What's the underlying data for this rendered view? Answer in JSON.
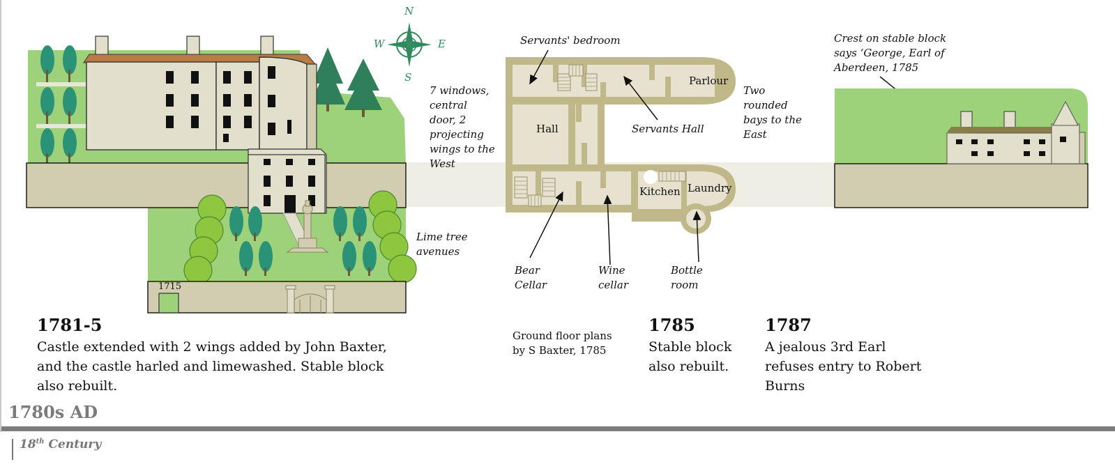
{
  "compass": {
    "n": "N",
    "s": "S",
    "e": "E",
    "w": "W"
  },
  "annotations": {
    "seven_windows": "7 windows,\ncentral\ndoor, 2\nprojecting\nwings to the\nWest",
    "lime_trees": "Lime tree\navenues",
    "gate_year": "1715",
    "servants_bedroom": "Servants' bedroom",
    "servants_hall": "Servants Hall",
    "two_bays": "Two\nrounded\nbays to the\nEast",
    "bear_cellar": "Bear\nCellar",
    "wine_cellar": "Wine\ncellar",
    "bottle_room": "Bottle\nroom",
    "crest": "Crest on stable block\nsays ‘George, Earl of\nAberdeen, 1785"
  },
  "rooms": {
    "parlour": "Parlour",
    "hall": "Hall",
    "kitchen": "Kitchen",
    "laundry": "Laundry"
  },
  "floorplan_caption": "Ground floor plans\nby S Baxter, 1785",
  "events": [
    {
      "year": "1781-5",
      "text": "Castle extended with 2 wings added by John Baxter, and the castle harled and limewashed.  Stable block also rebuilt."
    },
    {
      "year": "1785",
      "text": "Stable block also rebuilt."
    },
    {
      "year": "1787",
      "text": "A jealous 3rd Earl refuses entry to Robert Burns"
    }
  ],
  "era": "1780s AD",
  "century": {
    "ordinal": "18",
    "suffix": "th",
    "label": "Century"
  },
  "colors": {
    "lawn": "#9ed27a",
    "stone": "#d2cdb0",
    "plan": "#c1b88a",
    "tree": "#2a9276",
    "conifer": "#2f7f5a",
    "limetree": "#8fc640",
    "roof": "#b97c45",
    "compass": "#2f8a5e"
  }
}
